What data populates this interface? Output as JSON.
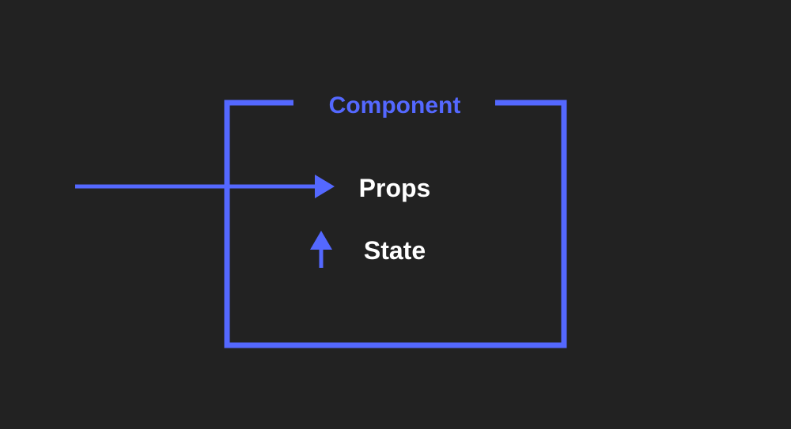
{
  "diagram": {
    "component_label": "Component",
    "props_label": "Props",
    "state_label": "State",
    "colors": {
      "background": "#222222",
      "accent": "#5468ff",
      "text": "#ffffff"
    }
  }
}
